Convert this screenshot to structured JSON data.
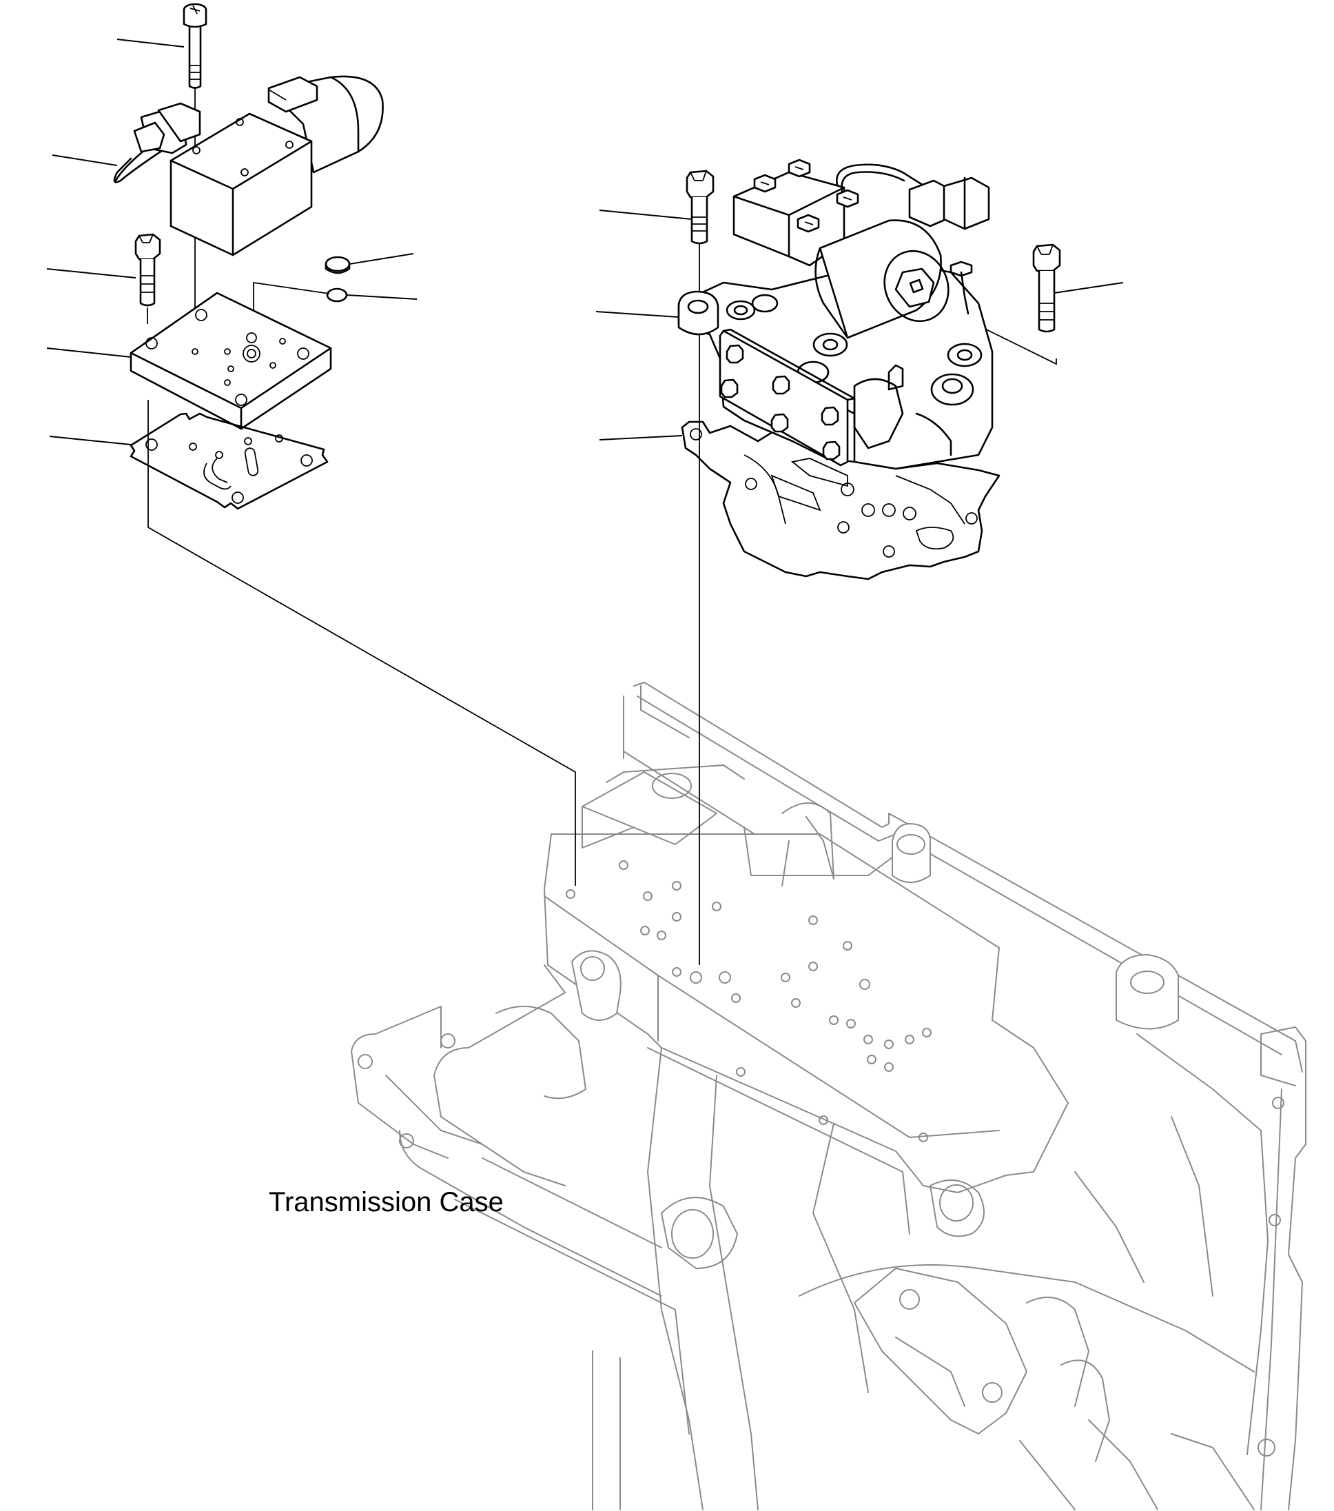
{
  "diagram": {
    "labels": {
      "transmission_case": "Transmission Case"
    },
    "parts": [
      {
        "id": "left-cap-screw-top",
        "icon": "socket-cap-screw-icon"
      },
      {
        "id": "left-solenoid-valve",
        "icon": "solenoid-valve-icon"
      },
      {
        "id": "left-hex-bolt",
        "icon": "hex-bolt-icon"
      },
      {
        "id": "steel-ball",
        "icon": "ball-icon"
      },
      {
        "id": "plug",
        "icon": "plug-icon"
      },
      {
        "id": "left-valve-plate",
        "icon": "plate-icon"
      },
      {
        "id": "left-gasket",
        "icon": "gasket-icon"
      },
      {
        "id": "right-hex-bolt-left",
        "icon": "hex-bolt-icon"
      },
      {
        "id": "right-hex-bolt-right",
        "icon": "hex-bolt-icon"
      },
      {
        "id": "control-valve-assembly",
        "icon": "valve-body-icon"
      },
      {
        "id": "right-gasket",
        "icon": "gasket-icon"
      },
      {
        "id": "transmission-case",
        "icon": "transmission-case-icon"
      }
    ]
  }
}
